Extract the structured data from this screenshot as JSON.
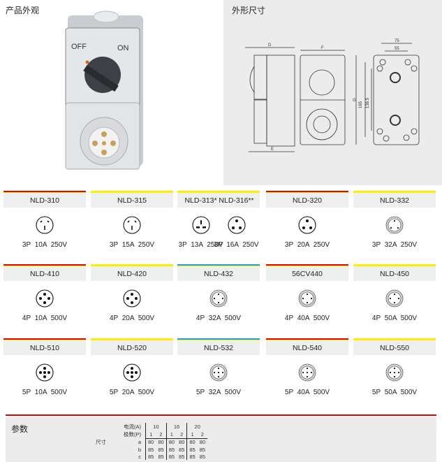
{
  "left": {
    "title": "产品外观",
    "photo": {
      "off": "OFF",
      "on": "ON"
    }
  },
  "right": {
    "title": "外形尺寸",
    "dims": {
      "d": "D",
      "e": "E",
      "f": "F",
      "g": "G",
      "w75": "75",
      "w55": "55",
      "h165": "165",
      "h138": "138.5"
    }
  },
  "products": [
    {
      "codes": [
        "NLD-310"
      ],
      "specs": [
        "3P  10A  250V"
      ],
      "bar": "red",
      "icons": [
        "aus3"
      ]
    },
    {
      "codes": [
        "NLD-315"
      ],
      "specs": [
        "3P  15A  250V"
      ],
      "bar": "yellow",
      "icons": [
        "aus3"
      ]
    },
    {
      "codes": [
        "NLD-313*",
        "NLD-316**"
      ],
      "specs": [
        "3P  13A  250V",
        "3P  16A  250V"
      ],
      "bar": "yellow",
      "icons": [
        "uk3",
        "round3"
      ]
    },
    {
      "codes": [
        "NLD-320"
      ],
      "specs": [
        "3P  20A  250V"
      ],
      "bar": "red",
      "icons": [
        "round3"
      ]
    },
    {
      "codes": [
        "NLD-332"
      ],
      "specs": [
        "3P  32A  250V"
      ],
      "bar": "yellow",
      "icons": [
        "ring3"
      ]
    },
    {
      "codes": [
        "NLD-410"
      ],
      "specs": [
        "4P  10A  500V"
      ],
      "bar": "red",
      "icons": [
        "round4"
      ]
    },
    {
      "codes": [
        "NLD-420"
      ],
      "specs": [
        "4P  20A  500V"
      ],
      "bar": "yellow",
      "icons": [
        "round4"
      ]
    },
    {
      "codes": [
        "NLD-432"
      ],
      "specs": [
        "4P  32A  500V"
      ],
      "bar": "blue",
      "icons": [
        "ring4"
      ]
    },
    {
      "codes": [
        "56CV440"
      ],
      "specs": [
        "4P  40A  500V"
      ],
      "bar": "red",
      "icons": [
        "ring4"
      ]
    },
    {
      "codes": [
        "NLD-450"
      ],
      "specs": [
        "4P  50A  500V"
      ],
      "bar": "yellow",
      "icons": [
        "ring4"
      ]
    },
    {
      "codes": [
        "NLD-510"
      ],
      "specs": [
        "5P  10A  500V"
      ],
      "bar": "red",
      "icons": [
        "round5"
      ]
    },
    {
      "codes": [
        "NLD-520"
      ],
      "specs": [
        "5P  20A  500V"
      ],
      "bar": "yellow",
      "icons": [
        "round5"
      ]
    },
    {
      "codes": [
        "NLD-532"
      ],
      "specs": [
        "5P  32A  500V"
      ],
      "bar": "blue",
      "icons": [
        "ring5"
      ]
    },
    {
      "codes": [
        "NLD-540"
      ],
      "specs": [
        "5P  40A  500V"
      ],
      "bar": "red",
      "icons": [
        "ring5"
      ]
    },
    {
      "codes": [
        "NLD-550"
      ],
      "specs": [
        "5P  50A  500V"
      ],
      "bar": "yellow",
      "icons": [
        "ring5"
      ]
    }
  ],
  "params": {
    "title": "参数",
    "current_label": "电流(A)",
    "poles_label": "极数(P)",
    "size_label": "尺寸",
    "currents": [
      "10",
      "16",
      "20"
    ],
    "poles": [
      "1",
      "2",
      "1",
      "2",
      "1",
      "2"
    ],
    "rows": [
      {
        "name": "a",
        "values": [
          "80",
          "80",
          "80",
          "80",
          "80",
          "80"
        ]
      },
      {
        "name": "b",
        "values": [
          "85",
          "85",
          "85",
          "85",
          "85",
          "85"
        ]
      },
      {
        "name": "c",
        "values": [
          "85",
          "85",
          "85",
          "85",
          "85",
          "85"
        ]
      }
    ]
  },
  "colors": {
    "red": "#e00000",
    "yellow": "#ffee00",
    "blue": "#1aa3d6",
    "panel": "#ececec"
  }
}
